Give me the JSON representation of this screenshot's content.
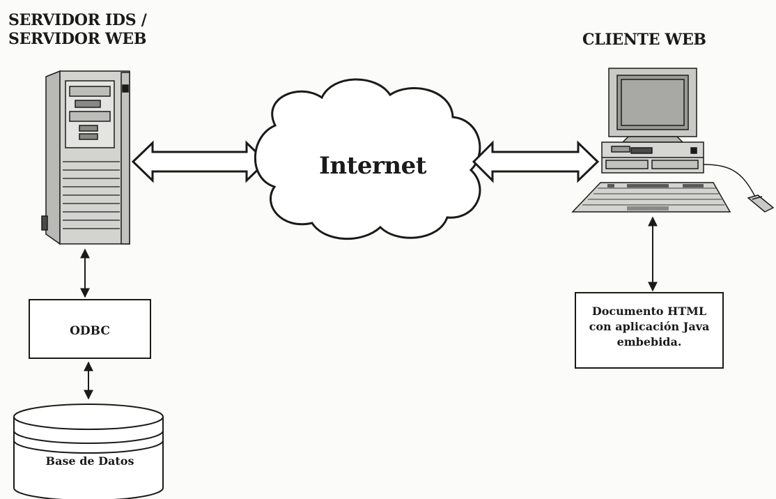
{
  "server": {
    "title_line1": "SERVIDOR IDS /",
    "title_line2": "SERVIDOR WEB"
  },
  "client": {
    "title": "CLIENTE WEB"
  },
  "network": {
    "label": "Internet"
  },
  "odbc": {
    "label": "ODBC"
  },
  "database": {
    "label": "Base de Datos"
  },
  "document": {
    "line1": "Documento HTML",
    "line2": "con aplicación Java",
    "line3": "embebida."
  },
  "icons": [
    "server-tower-icon",
    "cloud-icon",
    "desktop-computer-icon",
    "keyboard-icon",
    "mouse-icon",
    "database-cylinder-icon"
  ],
  "colors": {
    "ink": "#1a1a1a",
    "background": "#fbfbf9",
    "metal": "#c9c9c5",
    "screen": "#9a9a96"
  }
}
